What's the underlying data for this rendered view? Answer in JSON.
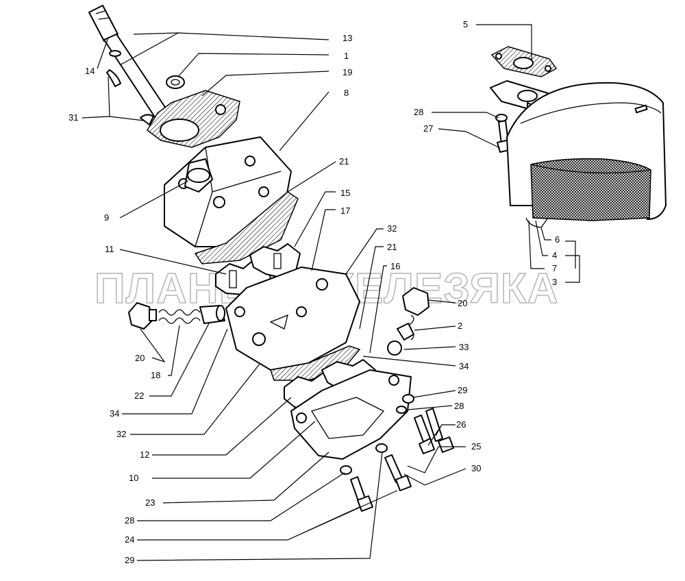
{
  "watermark": "ПЛАНЕТА ЖЕЛЕЗЯКА",
  "callouts": [
    {
      "id": "c13",
      "text": "13"
    },
    {
      "id": "c1",
      "text": "1"
    },
    {
      "id": "c14",
      "text": "14"
    },
    {
      "id": "c19",
      "text": "19"
    },
    {
      "id": "c8",
      "text": "8"
    },
    {
      "id": "c31",
      "text": "31"
    },
    {
      "id": "c21a",
      "text": "21"
    },
    {
      "id": "c9",
      "text": "9"
    },
    {
      "id": "c15",
      "text": "15"
    },
    {
      "id": "c17",
      "text": "17"
    },
    {
      "id": "c32a",
      "text": "32"
    },
    {
      "id": "c11",
      "text": "11"
    },
    {
      "id": "c21b",
      "text": "21"
    },
    {
      "id": "c16",
      "text": "16"
    },
    {
      "id": "c20a",
      "text": "20"
    },
    {
      "id": "c2",
      "text": "2"
    },
    {
      "id": "c20b",
      "text": "20"
    },
    {
      "id": "c18",
      "text": "18"
    },
    {
      "id": "c33",
      "text": "33"
    },
    {
      "id": "c34a",
      "text": "34"
    },
    {
      "id": "c22",
      "text": "22"
    },
    {
      "id": "c29a",
      "text": "29"
    },
    {
      "id": "c28a",
      "text": "28"
    },
    {
      "id": "c34b",
      "text": "34"
    },
    {
      "id": "c26",
      "text": "26"
    },
    {
      "id": "c32b",
      "text": "32"
    },
    {
      "id": "c25",
      "text": "25"
    },
    {
      "id": "c12",
      "text": "12"
    },
    {
      "id": "c30",
      "text": "30"
    },
    {
      "id": "c10",
      "text": "10"
    },
    {
      "id": "c23",
      "text": "23"
    },
    {
      "id": "c28b",
      "text": "28"
    },
    {
      "id": "c24",
      "text": "24"
    },
    {
      "id": "c29b",
      "text": "29"
    },
    {
      "id": "c5",
      "text": "5"
    },
    {
      "id": "c28c",
      "text": "28"
    },
    {
      "id": "c27",
      "text": "27"
    },
    {
      "id": "c6",
      "text": "6"
    },
    {
      "id": "c4",
      "text": "4"
    },
    {
      "id": "c7",
      "text": "7"
    },
    {
      "id": "c3",
      "text": "3"
    }
  ]
}
